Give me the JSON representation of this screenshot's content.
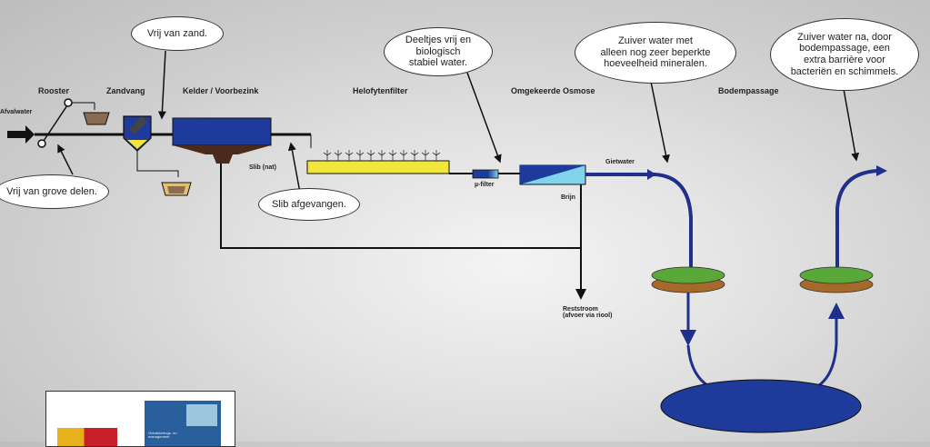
{
  "labels": {
    "afvalwater": "Afvalwater",
    "rooster": "Rooster",
    "zandvang": "Zandvang",
    "kelder": "Kelder / Voorbezink",
    "helofytenfilter": "Helofytenfilter",
    "omgekeerde_osmose": "Omgekeerde Osmose",
    "bodempassage": "Bodempassage",
    "slib_nat": "Slib (nat)",
    "mu_filter": "µ-filter",
    "brijn": "Brijn",
    "gietwater": "Gietwater",
    "reststroom": "Reststroom\n(afvoer via riool)"
  },
  "bubbles": {
    "grove_delen": "Vrij van grove delen.",
    "zand": "Vrij van zand.",
    "slib": "Slib afgevangen.",
    "deeltjes": "Deeltjes vrij en\nbiologisch\nstabiel water.",
    "mineralen": "Zuiver water met\nalleen nog zeer beperkte\nhoeveelheid mineralen.",
    "bodem": "Zuiver water na, door\nbodempassage, een\nextra barrière voor\nbacteriën en schimmels."
  },
  "logo": {
    "institute_text": "Ontwikkelings- en\nmanagement"
  },
  "colors": {
    "pipe_blue": "#1f2f8c",
    "tank_blue": "#1e3a9a",
    "sludge_brown": "#4a2a1a",
    "filter_yellow": "#f2e63a",
    "grass_green": "#5aa83a",
    "soil_brown": "#a56a2a",
    "osmosis_cyan": "#7fd3ea"
  }
}
